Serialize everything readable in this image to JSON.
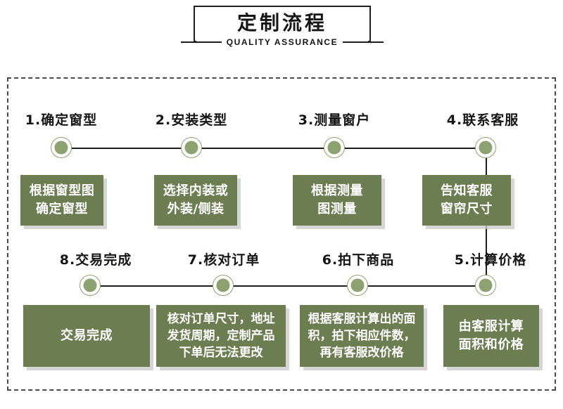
{
  "header": {
    "title": "定制流程",
    "subtitle": "QUALITY ASSURANCE"
  },
  "flow": {
    "row1": {
      "steps": [
        {
          "label": "1.确定窗型",
          "card": "根据窗型图\n确定窗型"
        },
        {
          "label": "2.安装类型",
          "card": "选择内装或\n外装/侧装"
        },
        {
          "label": "3.测量窗户",
          "card": "根据测量\n图测量"
        },
        {
          "label": "4.联系客服",
          "card": "告知客服\n窗帘尺寸"
        }
      ]
    },
    "row2": {
      "steps": [
        {
          "label": "8.交易完成",
          "card": "交易完成"
        },
        {
          "label": "7.核对订单",
          "card": "核对订单尺寸，地址\n发货周期，定制产品\n下单后无法更改"
        },
        {
          "label": "6.拍下商品",
          "card": "根据客服计算出的面\n积，拍下相应件数，\n再有客服改价格"
        },
        {
          "label": "5.计算价格",
          "card": "由客服计算\n面积和价格"
        }
      ]
    }
  },
  "colors": {
    "card_green": "#6d7d52",
    "node_green": "#8ea271",
    "line_dark": "#1d1d1d",
    "frame_dash": "#4a4a4a",
    "background": "#ffffff"
  }
}
